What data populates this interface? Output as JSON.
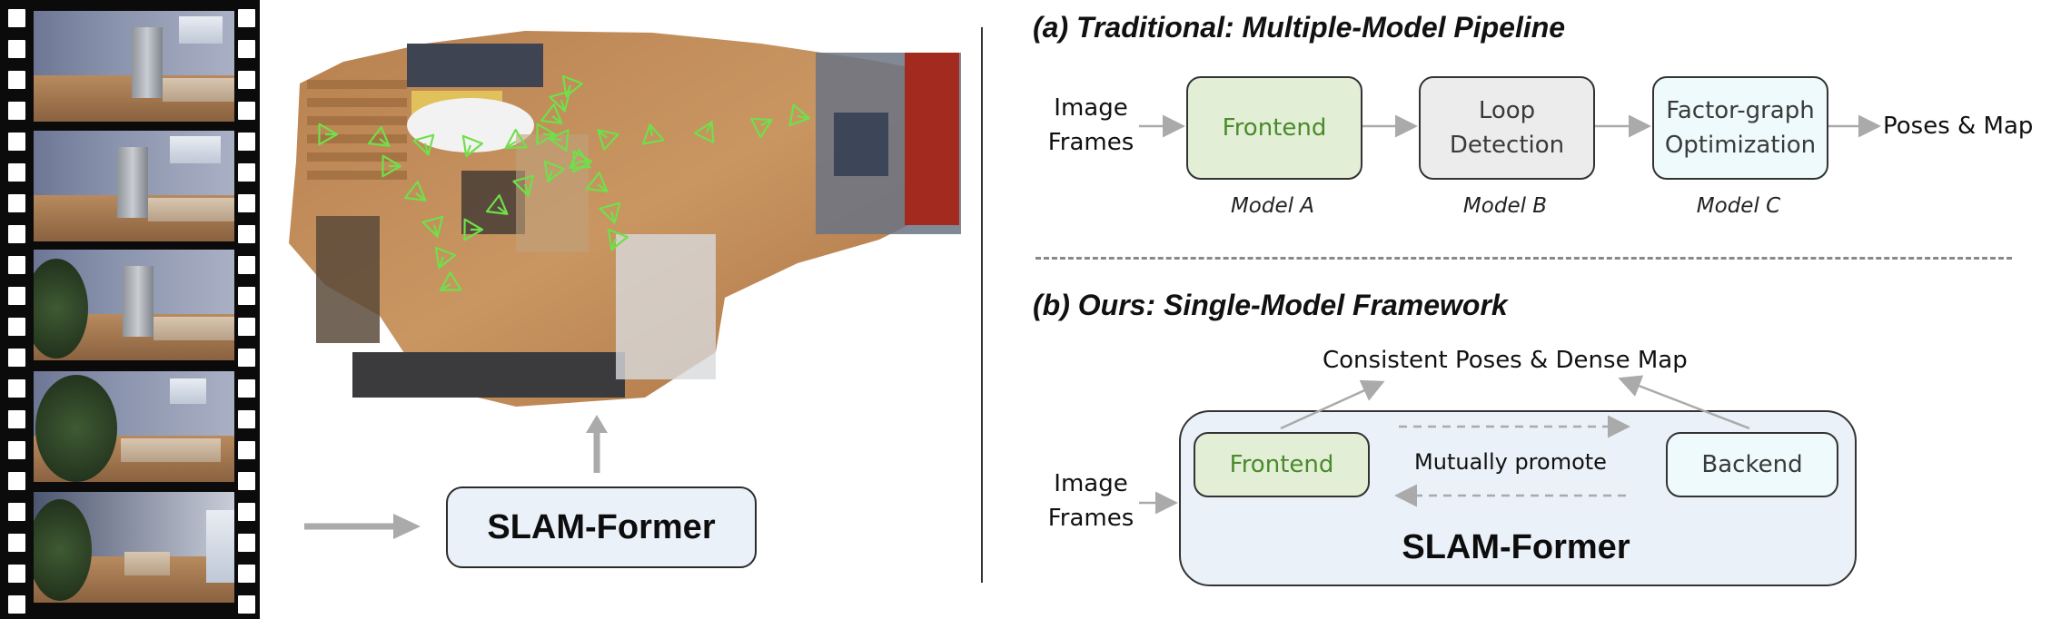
{
  "panel_a": {
    "title": "(a) Traditional: Multiple-Model Pipeline",
    "input_line1": "Image",
    "input_line2": "Frames",
    "nodes": [
      {
        "line1": "Frontend",
        "line2": "",
        "model": "Model A",
        "color": "#e2efd6",
        "text_color": "#4a8a2a"
      },
      {
        "line1": "Loop",
        "line2": "Detection",
        "model": "Model B",
        "color": "#ececec",
        "text_color": "#3a3a3a"
      },
      {
        "line1": "Factor-graph",
        "line2": "Optimization",
        "model": "Model C",
        "color": "#eefafb",
        "text_color": "#3a3a3a"
      }
    ],
    "output": "Poses & Map"
  },
  "panel_b": {
    "title": "(b) Ours: Single-Model Framework",
    "output": "Consistent Poses & Dense Map",
    "input_line1": "Image",
    "input_line2": "Frames",
    "frontend": "Frontend",
    "backend": "Backend",
    "middle": "Mutually promote",
    "framework": "SLAM-Former",
    "frontend_color": "#e2efd6",
    "backend_color": "#eefafb",
    "frame_color": "#eaf1f8"
  },
  "left": {
    "model_label": "SLAM-Former"
  },
  "colors": {
    "arrow_gray": "#aaaaaa",
    "camera_green": "#6fe04a"
  }
}
